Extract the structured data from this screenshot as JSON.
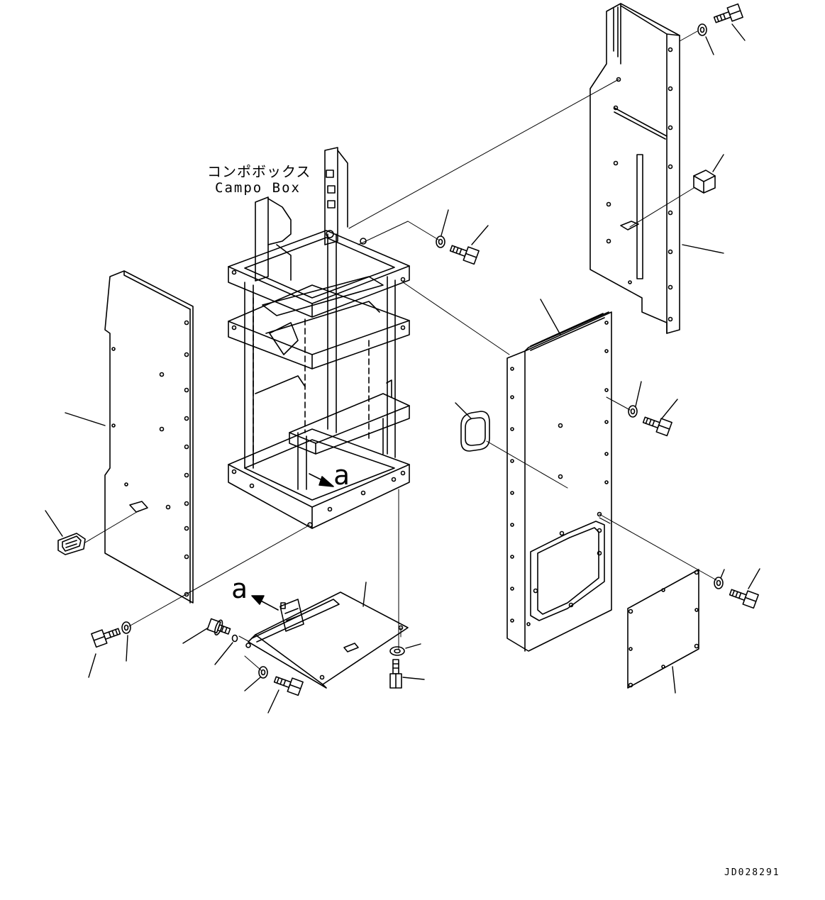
{
  "labels": {
    "component_jp": "コンポボックス",
    "component_en": "Campo Box",
    "view_mark_1": "a",
    "view_mark_2": "a",
    "drawing_number": "JD028291"
  },
  "colors": {
    "line": "#000000",
    "background": "#ffffff"
  },
  "icons": {
    "arrow": "arrow-icon",
    "bolt": "bolt-icon",
    "washer": "washer-icon"
  }
}
